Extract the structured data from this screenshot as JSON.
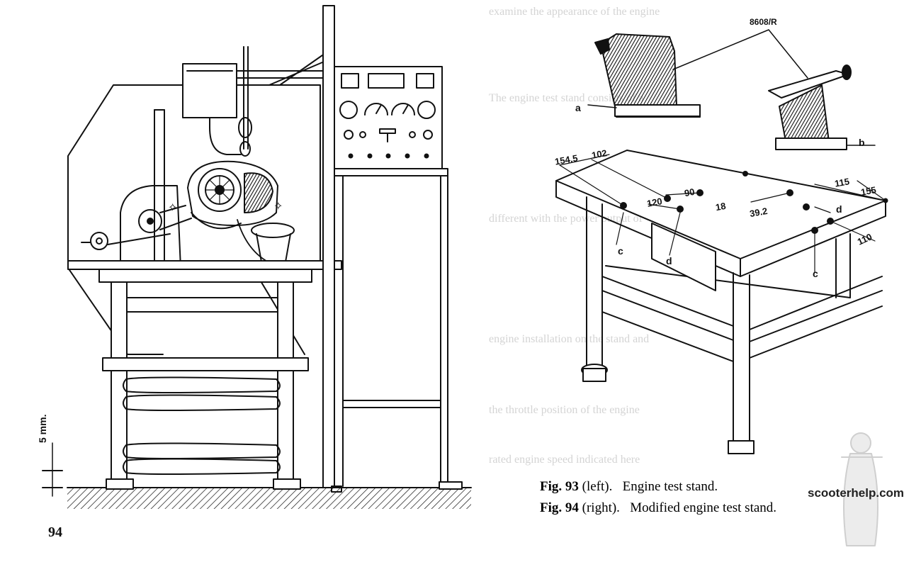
{
  "page_number": "94",
  "scale_label": "5 mm.",
  "fig93": {
    "number": "Fig. 93",
    "position": "(left).",
    "title": "Engine test stand."
  },
  "fig94": {
    "number": "Fig. 94",
    "position": "(right).",
    "title": "Modified engine test stand."
  },
  "tool_ref": "8608/R",
  "callouts": {
    "a": "a",
    "b": "b",
    "c": "c",
    "d": "d"
  },
  "dimensions": [
    "154.5",
    "102",
    "120",
    "90",
    "18",
    "39.2",
    "115",
    "155",
    "110"
  ],
  "watermark": "scooterhelp.com",
  "icons": [
    "scooter-logo-icon"
  ]
}
